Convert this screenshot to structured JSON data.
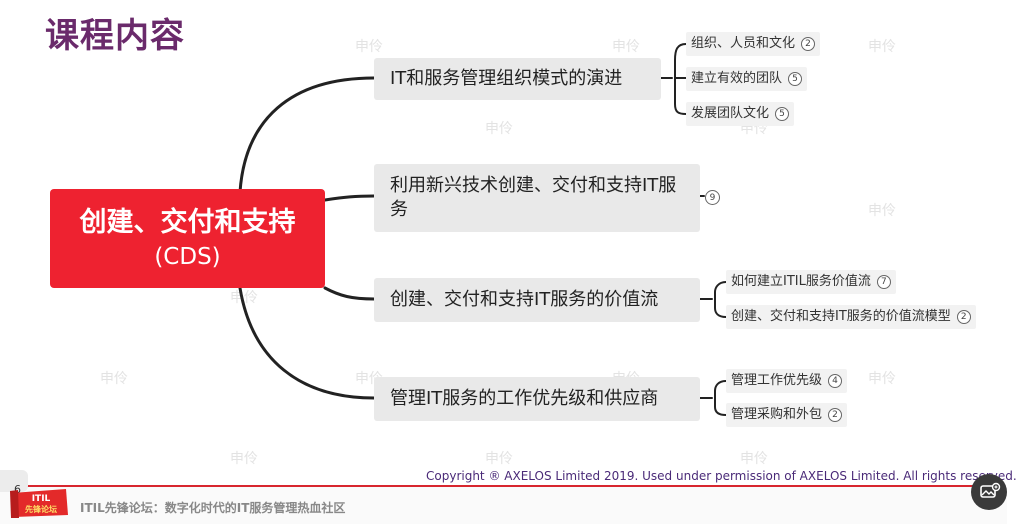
{
  "slide": {
    "title": "课程内容",
    "center": {
      "line1": "创建、交付和支持",
      "line2": "(CDS)"
    },
    "topics": [
      {
        "label": "IT和服务管理组织模式的演进"
      },
      {
        "label": "利用新兴技术创建、交付和支持IT服务",
        "badge": "9"
      },
      {
        "label": "创建、交付和支持IT服务的价值流"
      },
      {
        "label": "管理IT服务的工作优先级和供应商"
      }
    ],
    "subtopics": [
      {
        "label": "组织、人员和文化",
        "badge": "2"
      },
      {
        "label": "建立有效的团队",
        "badge": "5"
      },
      {
        "label": "发展团队文化",
        "badge": "5"
      },
      {
        "label": "如何建立ITIL服务价值流",
        "badge": "7"
      },
      {
        "label": "创建、交付和支持IT服务的价值流模型",
        "badge": "2"
      },
      {
        "label": "管理工作优先级",
        "badge": "4"
      },
      {
        "label": "管理采购和外包",
        "badge": "2"
      }
    ],
    "copyright": "Copyright ® AXELOS Limited 2019. Used under permission of AXELOS Limited. All rights reserved.",
    "watermark": "申伶"
  },
  "footer": {
    "logo_line1": "ITIL",
    "logo_line2": "先锋论坛",
    "text": "ITIL先锋论坛：数字化时代的IT服务管理热血社区",
    "page_number": "6"
  },
  "colors": {
    "accent": "#ee2230",
    "title": "#6a2a6b",
    "copyright": "#4a2a78"
  },
  "icons": {
    "corner_button": "image-edit-icon"
  }
}
